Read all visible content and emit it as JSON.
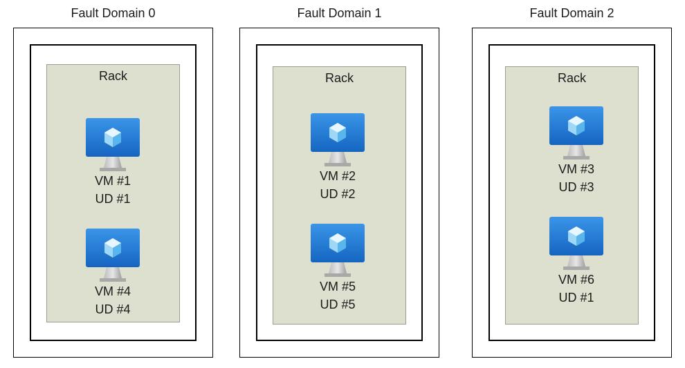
{
  "colors": {
    "rack_fill": "#dde0cf",
    "monitor_blue": "#1f78d6",
    "monitor_blue_light": "#4ba3f0",
    "stand_gray": "#a0a0a0"
  },
  "domains": [
    {
      "title": "Fault Domain 0",
      "rack_label": "Rack",
      "vms": [
        {
          "icon": "virtual-machine-icon",
          "name": "VM #1",
          "ud": "UD #1"
        },
        {
          "icon": "virtual-machine-icon",
          "name": "VM #4",
          "ud": "UD #4"
        }
      ]
    },
    {
      "title": "Fault Domain 1",
      "rack_label": "Rack",
      "vms": [
        {
          "icon": "virtual-machine-icon",
          "name": "VM #2",
          "ud": "UD #2"
        },
        {
          "icon": "virtual-machine-icon",
          "name": "VM #5",
          "ud": "UD #5"
        }
      ]
    },
    {
      "title": "Fault Domain 2",
      "rack_label": "Rack",
      "vms": [
        {
          "icon": "virtual-machine-icon",
          "name": "VM #3",
          "ud": "UD #3"
        },
        {
          "icon": "virtual-machine-icon",
          "name": "VM #6",
          "ud": "UD #1"
        }
      ]
    }
  ]
}
